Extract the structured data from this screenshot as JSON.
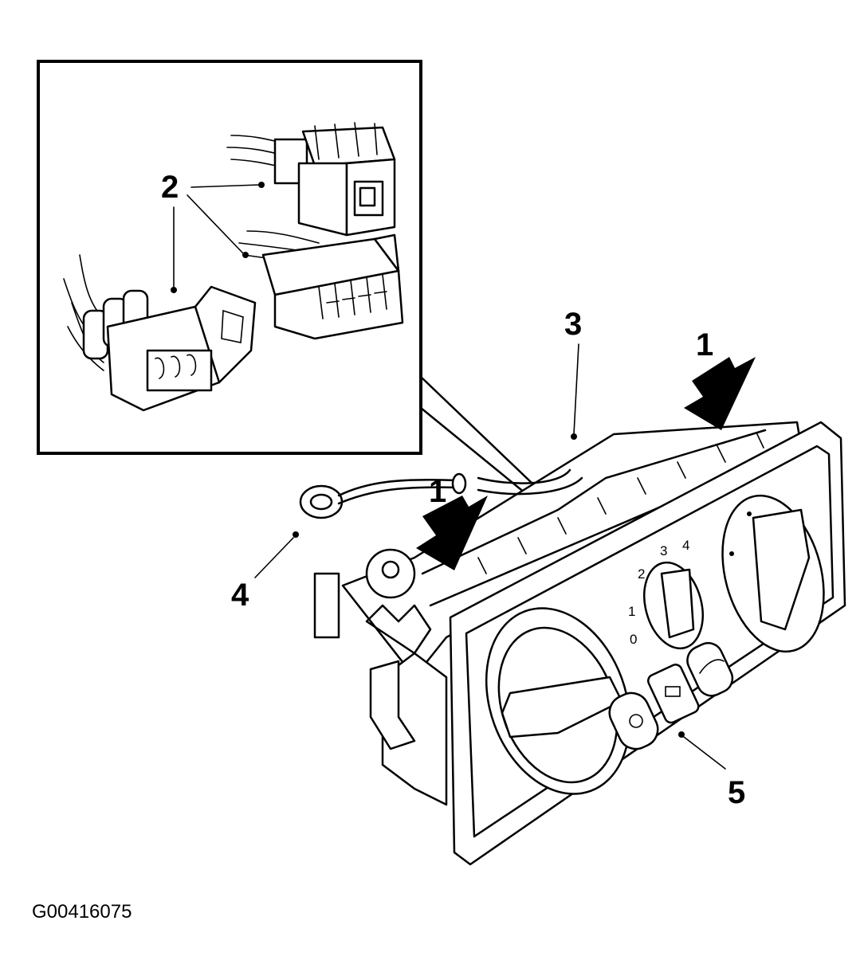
{
  "figure": {
    "id_label": "G00416075",
    "callouts": {
      "c1a": "1",
      "c1b": "1",
      "c2": "2",
      "c3": "3",
      "c4": "4",
      "c5": "5"
    },
    "fan_scale": [
      "0",
      "1",
      "2",
      "3",
      "4"
    ]
  }
}
